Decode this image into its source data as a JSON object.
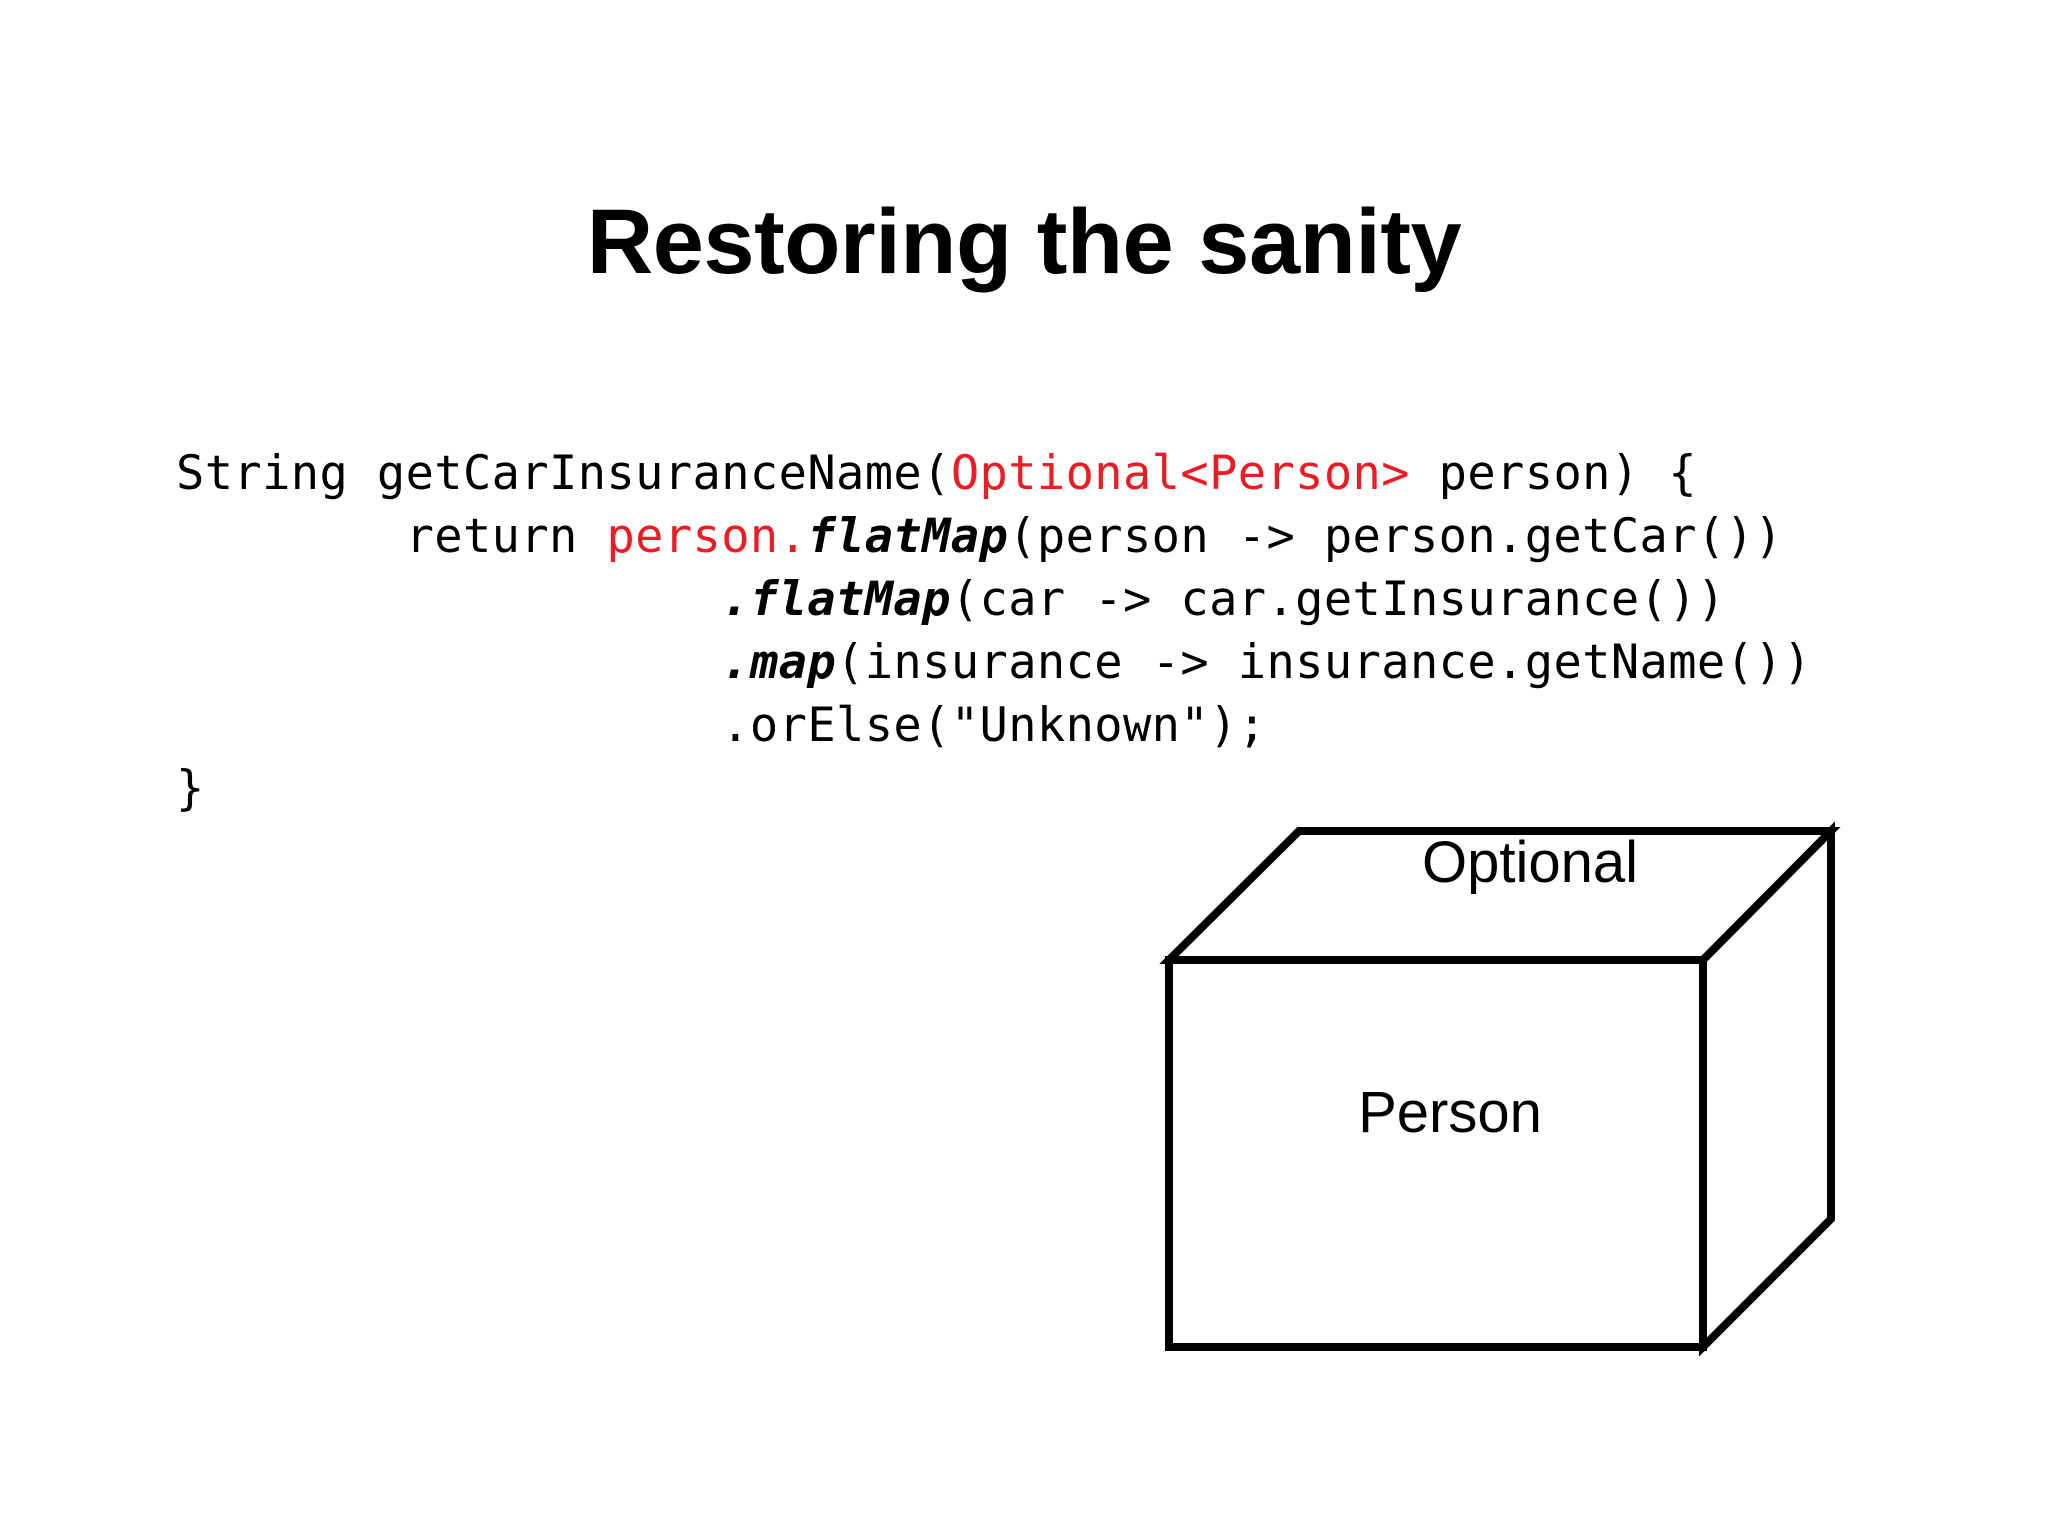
{
  "slide": {
    "title": "Restoring the sanity",
    "background_color": "#ffffff",
    "text_color": "#000000",
    "accent_color": "#ec1c24"
  },
  "code": {
    "language": "java",
    "lines": [
      {
        "id": "line-1",
        "text": "String getCarInsuranceName(Optional<Person> person) {",
        "tokens": [
          {
            "text": "String getCarInsuranceName(",
            "style": "plain"
          },
          {
            "text": "Optional<Person>",
            "style": "red"
          },
          {
            "text": " person) {",
            "style": "plain"
          }
        ]
      },
      {
        "id": "line-2",
        "text": "        return person.flatMap(person -> person.getCar())",
        "tokens": [
          {
            "text": "        return ",
            "style": "plain"
          },
          {
            "text": "person.",
            "style": "red"
          },
          {
            "text": "flatMap",
            "style": "bold-italic"
          },
          {
            "text": "(person -> person.getCar())",
            "style": "plain"
          }
        ]
      },
      {
        "id": "line-3",
        "text": "                   .flatMap(car -> car.getInsurance())",
        "tokens": [
          {
            "text": "                   .",
            "style": "bold-italic"
          },
          {
            "text": "flatMap",
            "style": "bold-italic"
          },
          {
            "text": "(car -> car.getInsurance())",
            "style": "plain"
          }
        ]
      },
      {
        "id": "line-4",
        "text": "                   .map(insurance -> insurance.getName())",
        "tokens": [
          {
            "text": "                   .",
            "style": "bold-italic"
          },
          {
            "text": "map",
            "style": "bold-italic"
          },
          {
            "text": "(insurance -> insurance.getName())",
            "style": "plain"
          }
        ]
      },
      {
        "id": "line-5",
        "text": "                   .orElse(\"Unknown\");",
        "tokens": [
          {
            "text": "                   .orElse(\"Unknown\");",
            "style": "plain"
          }
        ]
      },
      {
        "id": "line-6",
        "text": "}",
        "tokens": [
          {
            "text": "}",
            "style": "plain"
          }
        ]
      }
    ]
  },
  "diagram": {
    "type": "3d-box",
    "stroke_color": "#000000",
    "fill_color": "#ffffff",
    "outer_label": "Optional",
    "inner_label": "Person"
  }
}
